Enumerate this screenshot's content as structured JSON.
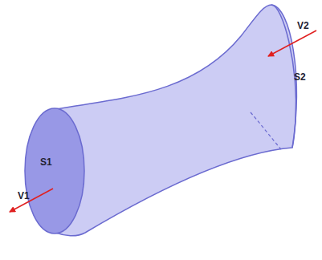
{
  "diagram": {
    "labels": [
      "V2",
      "S2",
      "S1",
      "V1"
    ]
  }
}
